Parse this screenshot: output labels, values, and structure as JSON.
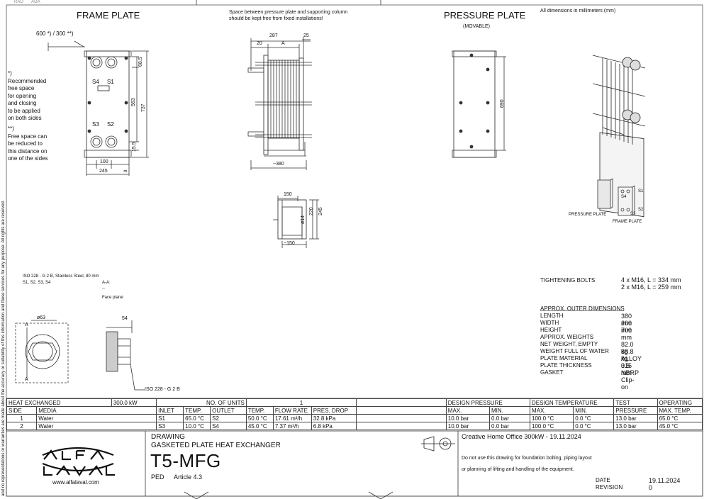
{
  "side_note": "and no representations or warranties are made about the accuracy or suitability of this information and these services for any purpose. All rights are reserved.",
  "top_strip": {
    "a": "RAO",
    "b": "AOA"
  },
  "frame_plate": {
    "title": "FRAME PLATE",
    "free_space": "600 *) / 300 **)",
    "note1": [
      "*)",
      "Recommended",
      "free space",
      "for opening",
      "and closing",
      "to be applied",
      "on both sides"
    ],
    "note2": [
      "**)",
      "Free space can",
      "be reduced to",
      "this distance on",
      "one of the sides"
    ],
    "ports": {
      "s4": "S4",
      "s1": "S1",
      "s3": "S3",
      "s2": "S2"
    },
    "dims": {
      "d1": "68.5",
      "d2": "563",
      "d3": "737",
      "d4": "15.5",
      "d5": "100",
      "d6": "245",
      "d7": "8"
    }
  },
  "side_view": {
    "note": [
      "Space between pressure plate and supporting column",
      "should be kept free from fixed installations!"
    ],
    "dims": {
      "d1": "287",
      "d2": "25",
      "d3": "20",
      "d4": "A",
      "d5": "~380"
    }
  },
  "pressure_plate": {
    "title": "PRESSURE PLATE",
    "subtitle": "(MOVABLE)",
    "dim": "690"
  },
  "dim_note": "All dimensions in millimeters (mm)",
  "foot_view": {
    "d1": "150",
    "d2": "ø14",
    "d3": "220",
    "d4": "245",
    "d5": "~150"
  },
  "plate_icons": {
    "pressure": "PRESSURE PLATE",
    "frame": "FRAME PLATE",
    "s1": "S1",
    "s4": "S4",
    "s3": "S3",
    "s2": "S2"
  },
  "connection": {
    "line1": "ISO 228 - G 2 B, Stainless Steel, 80 mm",
    "line2": "S1, S2, S3, S4",
    "aa": "A-A:",
    "dash": "--",
    "face": "Face plane",
    "dia": "ø63",
    "a1": "A",
    "a2": "A",
    "dim54": "54",
    "iso": "ISO 228 - G 2 B"
  },
  "bolts": {
    "label": "TIGHTENING BOLTS",
    "v1": "4 x M16, L = 334 mm",
    "v2": "2 x M16, L = 259 mm"
  },
  "specs": [
    {
      "label": "APPROX. OUTER DIMENSIONS",
      "value": ""
    },
    {
      "label": "LENGTH",
      "value": "380 mm"
    },
    {
      "label": "WIDTH",
      "value": "260 mm"
    },
    {
      "label": "HEIGHT",
      "value": "700 mm"
    },
    {
      "label": "APPROX. WEIGHTS",
      "value": ""
    },
    {
      "label": "NET WEIGHT, EMPTY",
      "value": "82.0 kg"
    },
    {
      "label": "WEIGHT FULL OF WATER",
      "value": "88.8 kg"
    },
    {
      "label": "PLATE MATERIAL",
      "value": "ALLOY 316"
    },
    {
      "label": "PLATE THICKNESS",
      "value": "0.5 mm"
    },
    {
      "label": "GASKET",
      "value": "NBRP Clip-on"
    }
  ],
  "table": {
    "he_label": "HEAT EXCHANGED",
    "he_value": "300.0 kW",
    "units_label": "NO. OF UNITS",
    "units_value": "1",
    "headers": [
      "SIDE",
      "MEDIA",
      "INLET",
      "TEMP.",
      "OUTLET",
      "TEMP.",
      "FLOW RATE",
      "PRES. DROP"
    ],
    "dp": "DESIGN PRESSURE",
    "dt": "DESIGN TEMPERATURE",
    "test": "TEST",
    "op": "OPERATING",
    "h_max": "MAX.",
    "h_min": "MIN.",
    "h_max2": "MAX.",
    "h_min2": "MIN.",
    "h_pressure": "PRESSURE",
    "h_maxtemp": "MAX. TEMP.",
    "rows": [
      {
        "side": "1",
        "media": "Water",
        "inlet": "S1",
        "tin": "65.0 °C",
        "outlet": "S2",
        "tout": "50.0 °C",
        "flow": "17.61 m³/h",
        "drop": "32.8 kPa",
        "pmax": "10.0 bar",
        "pmin": "0.0 bar",
        "tmax": "100.0 °C",
        "tmin": "0.0 °C",
        "test": "13.0 bar",
        "op": "65.0 °C"
      },
      {
        "side": "2",
        "media": "Water",
        "inlet": "S3",
        "tin": "10.0 °C",
        "outlet": "S4",
        "tout": "45.0 °C",
        "flow": "7.37 m³/h",
        "drop": "6.8 kPa",
        "pmax": "10.0 bar",
        "pmin": "0.0 bar",
        "tmax": "100.0 °C",
        "tmin": "0.0 °C",
        "test": "13.0 bar",
        "op": "45.0 °C"
      }
    ]
  },
  "title_block": {
    "logo_url": "www.alfalaval.com",
    "drawing": "DRAWING",
    "desc": "GASKETED PLATE HEAT EXCHANGER",
    "model": "T5-MFG",
    "ped": "PED",
    "article": "Article 4.3",
    "project": "Creative Home Office 300kW - 19.11.2024",
    "warn1": "Do not use this drawing for foundation bolting, piping layout",
    "warn2": "or planning of lifting and handling of the equipment.",
    "date_label": "DATE",
    "date_value": "19.11.2024",
    "rev_label": "REVISION",
    "rev_value": "0"
  }
}
